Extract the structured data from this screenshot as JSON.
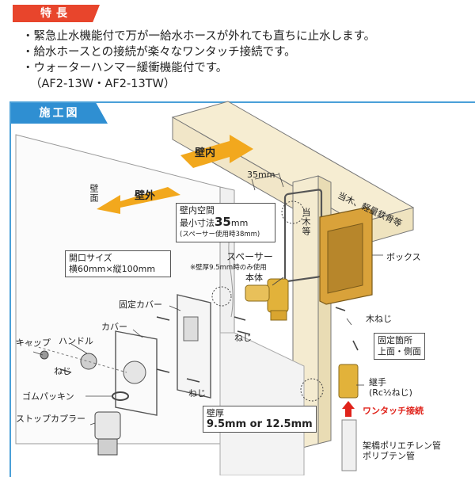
{
  "badge": {
    "label": "特長"
  },
  "features": [
    "・緊急止水機能付で万が一給水ホースが外れても直ちに止水します。",
    "・給水ホースとの接続が楽々なワンタッチ接続です。",
    "・ウォーターハンマー緩衝機能付です。",
    "（AF2-13W・AF2-13TW）"
  ],
  "panel": {
    "title": "施工図"
  },
  "labels": {
    "kabe_nai": "壁内",
    "kabe_gai": "壁外",
    "kabemen": "壁面",
    "dim_35": "35mm",
    "atogi": "当木、軽量鉄骨等",
    "atogi_small": "当木等",
    "kabe_space_title": "壁内空間",
    "kabe_space_min": "最小寸法",
    "kabe_space_val": "35",
    "kabe_space_unit": "mm",
    "kabe_space_note": "(スペーサー使用時38mm)",
    "spacer": "スペーサー",
    "spacer_note": "※壁厚9.5mm時のみ使用",
    "opening_title": "開口サイズ",
    "opening_w": "横60mm×縦100mm",
    "honntai": "本体",
    "box": "ボックス",
    "kotei_cover": "固定カバー",
    "cover": "カバー",
    "cap": "キャップ",
    "handle": "ハンドル",
    "neji1": "ねじ",
    "neji2": "ねじ",
    "neji3": "ねじ",
    "mokuneji": "木ねじ",
    "kotei_kasho_1": "固定箇所",
    "kotei_kasho_2": "上面・側面",
    "gom": "ゴムパッキン",
    "stop": "ストップカプラー",
    "kabe_atsu_title": "壁厚",
    "kabe_atsu_val": "9.5mm or 12.5mm",
    "tsugite_1": "継手",
    "tsugite_2": "(Rc½ねじ)",
    "one_touch": "ワンタッチ接続",
    "pipe_1": "架橋ポリエチレン管",
    "pipe_2": "ポリブテン管"
  },
  "colors": {
    "accent_red": "#e8452c",
    "accent_blue": "#2f8fd2",
    "arrow_orange": "#f2a81d",
    "wood": "#f6edd2",
    "brass": "#e2b23a"
  }
}
